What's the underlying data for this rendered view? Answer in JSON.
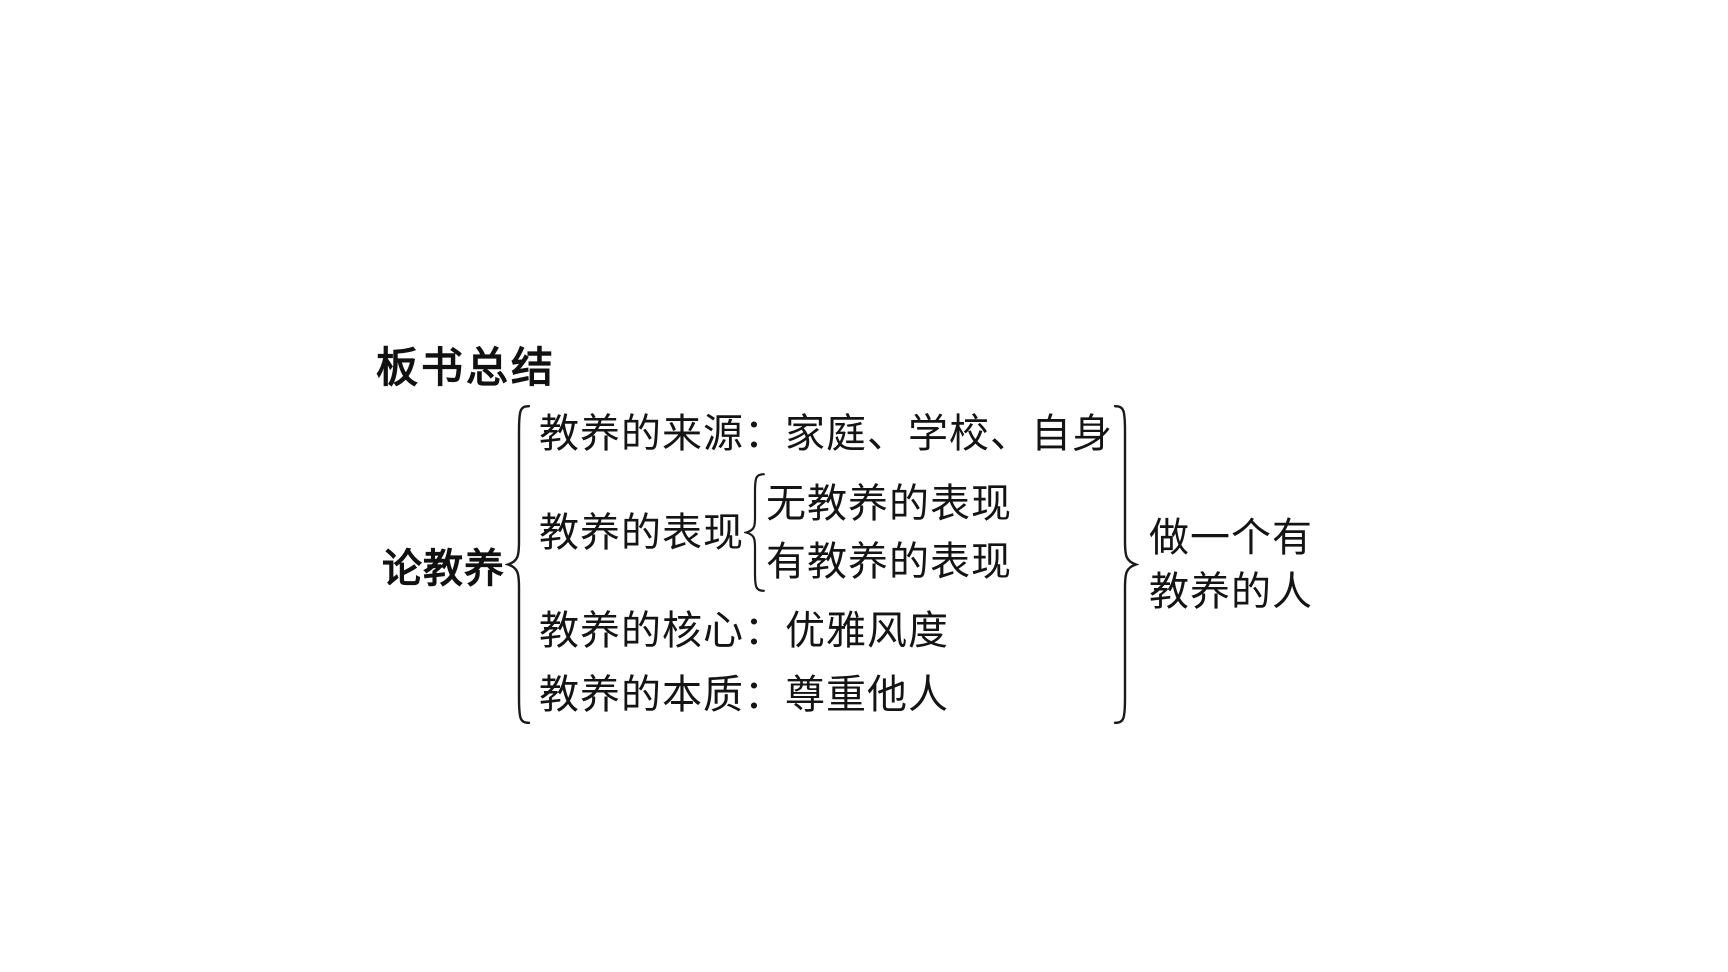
{
  "page": {
    "background": "#ffffff",
    "text_color": "#141414",
    "stroke_color": "#1a1a1a"
  },
  "heading": {
    "text": "板书总结"
  },
  "diagram": {
    "root": "论教养",
    "branches": [
      {
        "text": "教养的来源：家庭、学校、自身"
      },
      {
        "label": "教养的表现",
        "children": [
          "无教养的表现",
          "有教养的表现"
        ]
      },
      {
        "text": "教养的核心：优雅风度"
      },
      {
        "text": "教养的本质：尊重他人"
      }
    ],
    "conclusion": {
      "line1": "做一个有",
      "line2": "教养的人"
    }
  }
}
